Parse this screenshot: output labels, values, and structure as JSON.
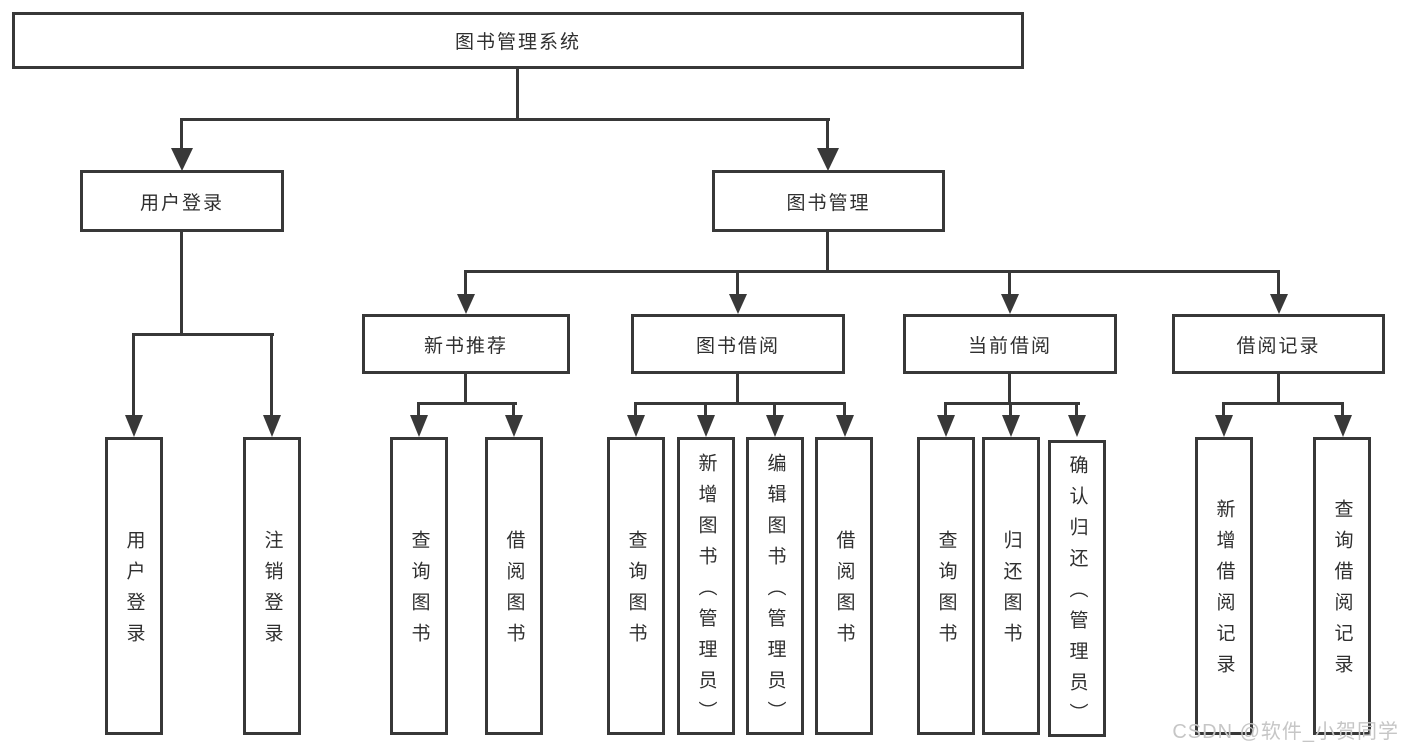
{
  "tree": {
    "root": "图书管理系统",
    "level2": {
      "user_login": "用户登录",
      "book_mgmt": "图书管理"
    },
    "level3": {
      "new_book_rec": "新书推荐",
      "book_borrow": "图书借阅",
      "current_borrow": "当前借阅",
      "borrow_records": "借阅记录"
    },
    "leaves": {
      "user_login": [
        "用户登录",
        "注销登录"
      ],
      "new_book_rec": [
        "查询图书",
        "借阅图书"
      ],
      "book_borrow": [
        "查询图书",
        "新增图书（管理员）",
        "编辑图书（管理员）",
        "借阅图书"
      ],
      "current_borrow": [
        "查询图书",
        "归还图书",
        "确认归还（管理员）"
      ],
      "borrow_records": [
        "新增借阅记录",
        "查询借阅记录"
      ]
    }
  },
  "watermark": "CSDN @软件_小贺同学",
  "colors": {
    "line": "#383838",
    "text": "#2f2f2f",
    "watermark": "#c6c6c6"
  }
}
